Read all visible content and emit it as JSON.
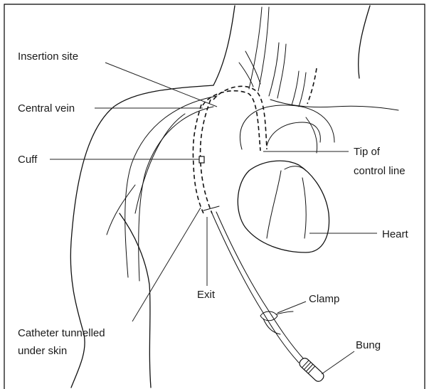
{
  "labels": {
    "insertion_site": "Insertion site",
    "central_vein": "Central vein",
    "cuff": "Cuff",
    "tip_line1": "Tip of",
    "tip_line2": "control line",
    "heart": "Heart",
    "exit": "Exit",
    "clamp": "Clamp",
    "catheter_line1": "Catheter tunnelled",
    "catheter_line2": "under skin",
    "bung": "Bung"
  }
}
